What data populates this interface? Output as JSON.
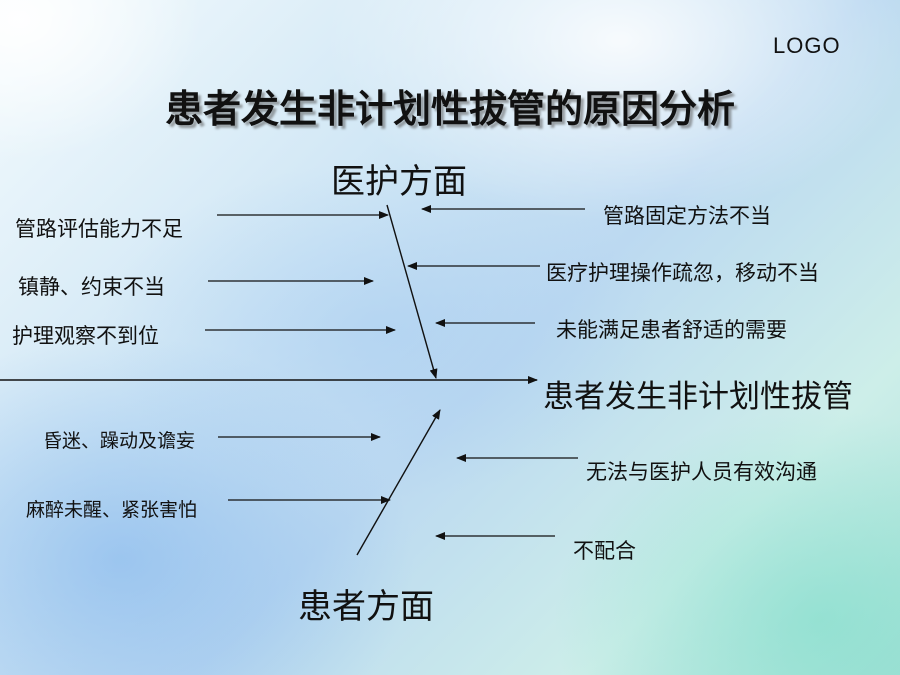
{
  "logo": "LOGO",
  "title": "患者发生非计划性拔管的原因分析",
  "categories": {
    "medical": "医护方面",
    "patient": "患者方面"
  },
  "effect": "患者发生非计划性拔管",
  "medical_causes": {
    "left": [
      "管路评估能力不足",
      "镇静、约束不当",
      "护理观察不到位"
    ],
    "right": [
      "管路固定方法不当",
      "医疗护理操作疏忽，移动不当",
      "未能满足患者舒适的需要"
    ]
  },
  "patient_causes": {
    "left": [
      "昏迷、躁动及谵妄",
      "麻醉未醒、紧张害怕"
    ],
    "right": [
      "无法与医护人员有效沟通",
      "不配合"
    ]
  }
}
